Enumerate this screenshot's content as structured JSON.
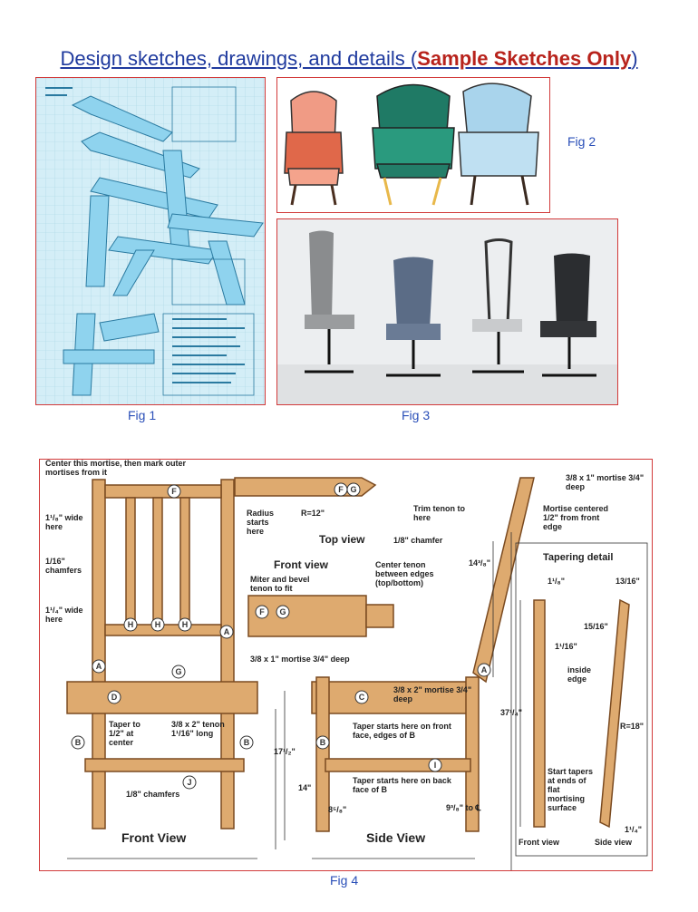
{
  "page": {
    "title_main": "Design sketches, drawings, and details (",
    "title_emph": "Sample Sketches Only",
    "title_close": ")"
  },
  "captions": {
    "fig1": "Fig  1",
    "fig2": "Fig 2",
    "fig3": "Fig 3",
    "fig4": "Fig 4"
  },
  "fig4": {
    "front_view": "Front View",
    "side_view": "Side View",
    "top_view": "Top view",
    "front_view_small": "Front view",
    "tapering_detail": "Tapering detail",
    "center_mortise": "Center this mortise, then mark outer mortises from it",
    "wide_1": "1¹/₈\" wide here",
    "chamfers_1": "1/16\" chamfers",
    "wide_2": "1¹/₄\" wide here",
    "taper_center": "Taper to 1/2\" at center",
    "tenon": "3/8 x 2\" tenon 1¹/16\" long",
    "chamfers_2": "1/8\" chamfers",
    "radius_starts": "Radius starts here",
    "r12": "R=12\"",
    "trim_tenon": "Trim tenon to here",
    "chamfer_top": "1/8\" chamfer",
    "miter": "Miter and bevel tenon to fit",
    "center_tenon": "Center tenon between edges (top/bottom)",
    "mortise_small": "3/8 x 1\" mortise 3/4\" deep",
    "mortise_top_right": "3/8 x 1\" mortise 3/4\" deep",
    "mortise_centered": "Mortise centered 1/2\" from front edge",
    "mortise_side": "3/8 x 2\" mortise 3/4\" deep",
    "taper_front": "Taper starts here on front face, edges of B",
    "taper_back": "Taper starts here on back face of B",
    "dim_14_3_8": "14³/₈\"",
    "dim_17_1_2": "17¹/₂\"",
    "dim_14": "14\"",
    "dim_8_5_8": "8⁵/₈\"",
    "dim_9_3_8": "9³/₈\" to ℄",
    "dim_37_1_4": "37¹/₄\"",
    "inside_edge": "inside edge",
    "r18": "R=18\"",
    "start_tapers": "Start tapers at ends of flat mortising surface",
    "front_view_tiny": "Front view",
    "side_view_tiny": "Side view",
    "dim_1_1_8": "1¹/₈\"",
    "dim_1_1_4": "1¹/₄\"",
    "dim_15_16": "15/16\"",
    "dim_13_16": "13/16\"",
    "dim_1_1_16": "1¹/16\""
  },
  "colors": {
    "title_blue": "#1f3a9e",
    "title_red": "#b8231c",
    "frame": "#d23a3a",
    "wood": "#d9a46a",
    "wood_dark": "#8a5a2b",
    "blueprint": "#bfe3f0"
  }
}
